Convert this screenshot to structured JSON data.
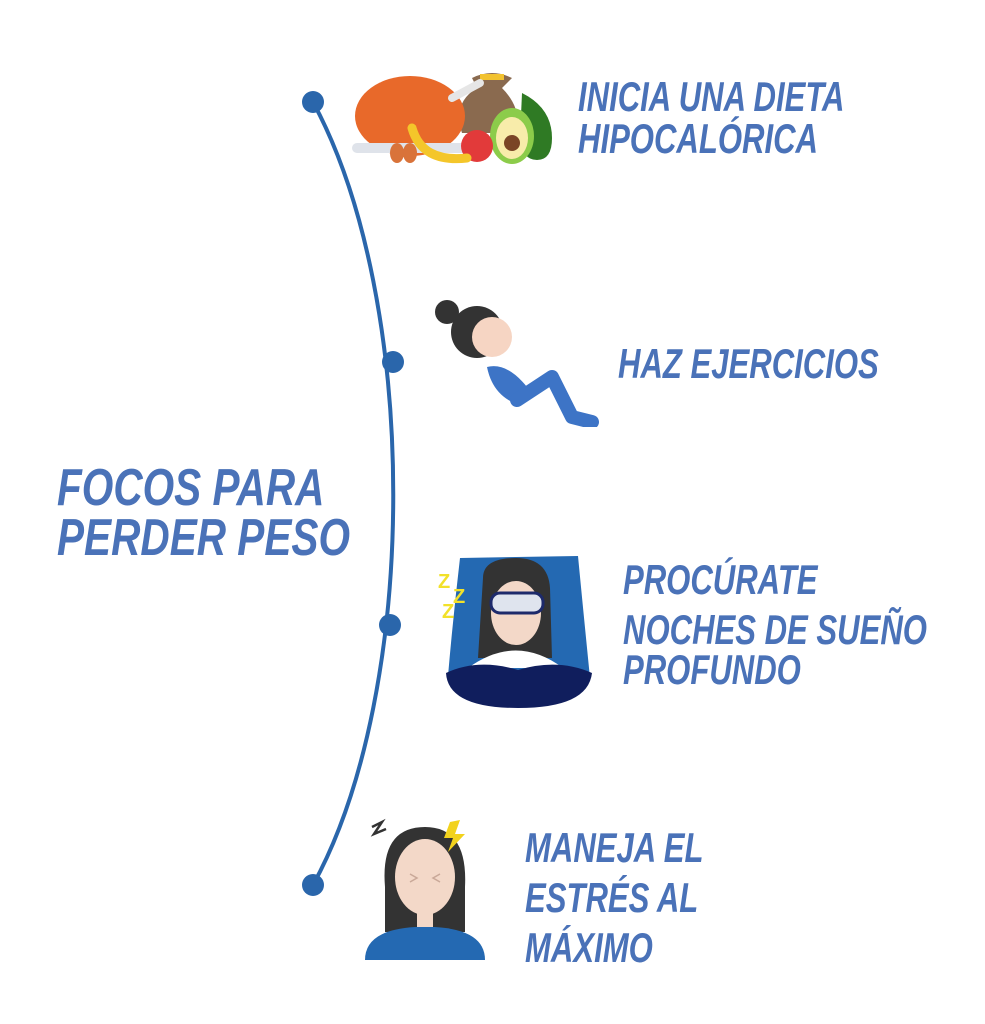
{
  "title": {
    "line1": "FOCOS PARA",
    "line2": "PERDER PESO"
  },
  "items": [
    {
      "lines": [
        "INICIA UNA DIETA",
        "HIPOCALÓRICA"
      ],
      "icon": "food-icon"
    },
    {
      "lines": [
        "HAZ EJERCICIOS"
      ],
      "icon": "exercise-icon"
    },
    {
      "lines": [
        "PROCÚRATE",
        "NOCHES DE SUEÑO",
        "PROFUNDO"
      ],
      "icon": "sleep-icon"
    },
    {
      "lines": [
        "MANEJA EL",
        "ESTRÉS AL",
        "MÁXIMO"
      ],
      "icon": "stress-icon"
    }
  ],
  "colors": {
    "text": "#4a72b8",
    "timeline": "#2a66ab"
  }
}
